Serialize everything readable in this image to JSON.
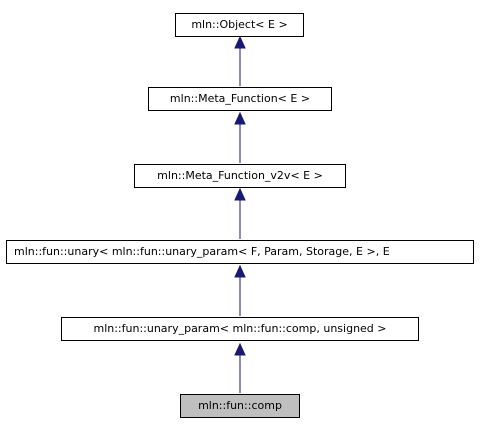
{
  "nodes": [
    {
      "id": "object",
      "label": "mln::Object< E >"
    },
    {
      "id": "meta-function",
      "label": "mln::Meta_Function< E >"
    },
    {
      "id": "meta-function-v2v",
      "label": "mln::Meta_Function_v2v< E >"
    },
    {
      "id": "unary",
      "label": "mln::fun::unary< mln::fun::unary_param< F, Param, Storage, E >, E"
    },
    {
      "id": "unary-param",
      "label": "mln::fun::unary_param< mln::fun::comp, unsigned >"
    },
    {
      "id": "comp",
      "label": "mln::fun::comp"
    }
  ],
  "colors": {
    "edge": "#191970",
    "node_border": "#000000",
    "current_fill": "#bfbfbf"
  }
}
